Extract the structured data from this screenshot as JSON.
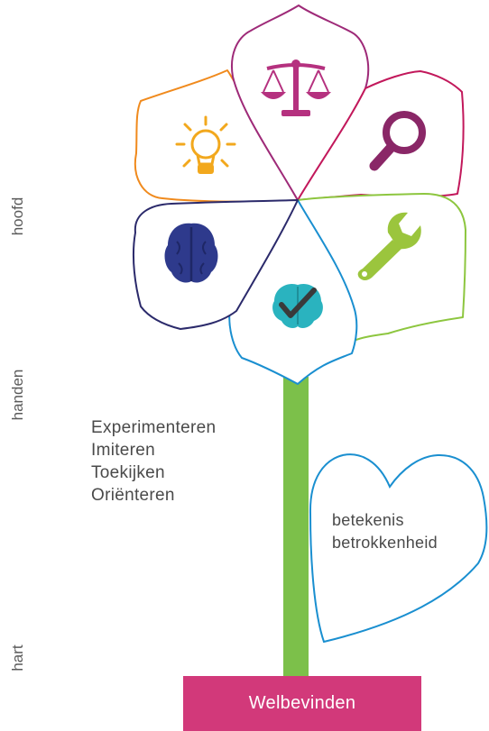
{
  "side_labels": {
    "head": "hoofd",
    "hands": "handen",
    "heart": "hart"
  },
  "stages": [
    "Experimenteren",
    "Imiteren",
    "Toekijken",
    "Oriënteren"
  ],
  "heart": {
    "line1": "betekenis",
    "line2": "betrokkenheid"
  },
  "pot_label": "Welbevinden",
  "petals": [
    {
      "icon": "scales-icon",
      "color": "#9e2a78"
    },
    {
      "icon": "magnifier-icon",
      "color": "#c2185b"
    },
    {
      "icon": "wrench-icon",
      "color": "#8dc63f"
    },
    {
      "icon": "brain-check-icon",
      "color": "#1a8fd0"
    },
    {
      "icon": "brain-icon",
      "color": "#2b2a6b"
    },
    {
      "icon": "lightbulb-icon",
      "color": "#f08a1d"
    }
  ],
  "colors": {
    "stem": "#7cc04a",
    "pot": "#d2397a",
    "heart_outline": "#1a8fd0"
  }
}
